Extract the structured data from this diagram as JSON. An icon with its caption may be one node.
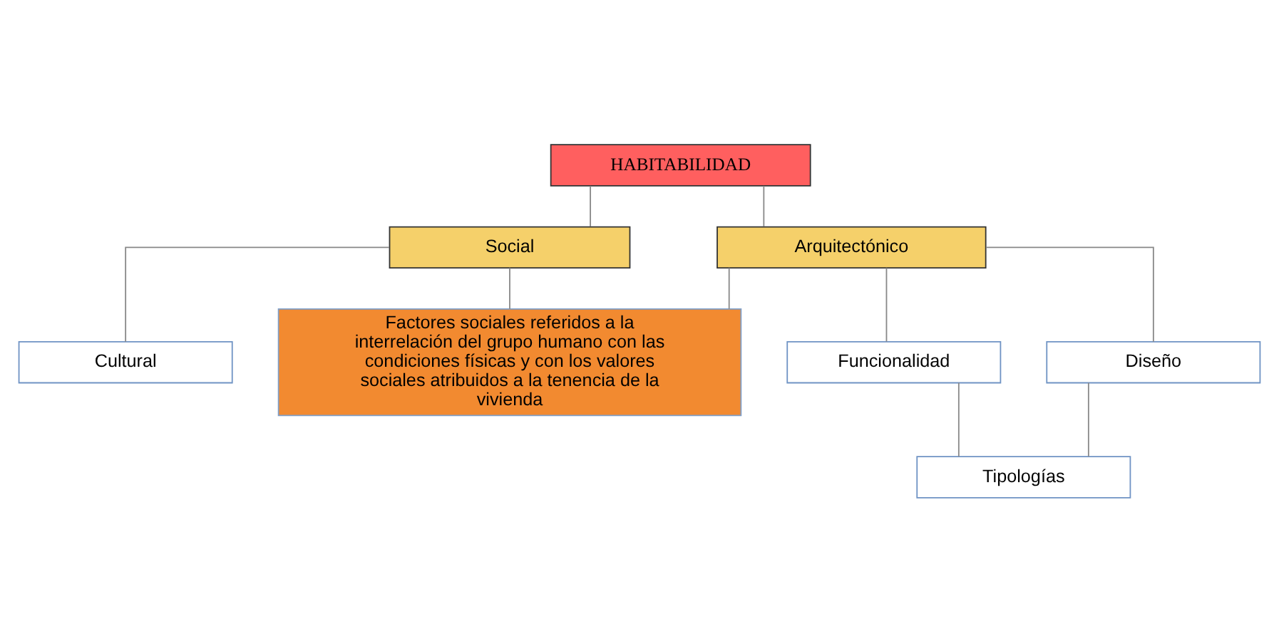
{
  "diagram": {
    "nodes": [
      {
        "text": [
          "HABITABILIDAD"
        ]
      },
      {
        "text": [
          "Social"
        ]
      },
      {
        "text": [
          "Arquitectónico"
        ]
      },
      {
        "text": [
          "Cultural"
        ]
      },
      {
        "text": [
          "Funcionalidad"
        ]
      },
      {
        "text": [
          "Diseño"
        ]
      },
      {
        "text": [
          "Tipologías"
        ]
      },
      {
        "text": [
          "Factores sociales referidos a la interrelación del grupo humano con las condiciones físicas y con los valores sociales atribuidos a la tenencia de la vivienda"
        ]
      }
    ],
    "edges": [
      {
        "from": 0,
        "to": 1,
        "arrow": "none"
      },
      {
        "from": 0,
        "to": 2,
        "arrow": "none"
      },
      {
        "from": 1,
        "to": 3,
        "arrow": "none"
      },
      {
        "from": 2,
        "to": 4,
        "arrow": "none"
      },
      {
        "from": 2,
        "to": 5,
        "arrow": "none"
      },
      {
        "from": 4,
        "to": 6,
        "arrow": "none"
      },
      {
        "from": 5,
        "to": 6,
        "arrow": "none"
      },
      {
        "from": 1,
        "to": 7,
        "arrow": "none"
      },
      {
        "from": 2,
        "to": 7,
        "arrow": "none"
      }
    ]
  }
}
